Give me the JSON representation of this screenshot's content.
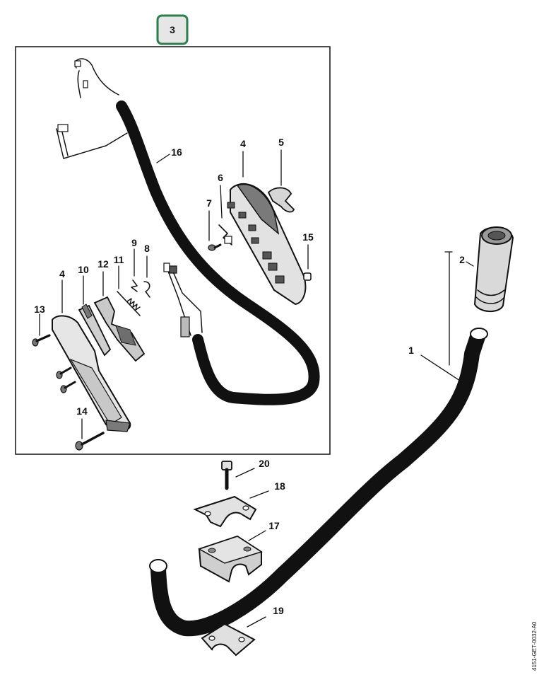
{
  "callout_tag": {
    "label": "3",
    "border_color": "#2e7d4f",
    "fill_color": "#e6e6e6"
  },
  "parts": [
    {
      "label": "1"
    },
    {
      "label": "2"
    },
    {
      "label": "4"
    },
    {
      "label": "4"
    },
    {
      "label": "5"
    },
    {
      "label": "6"
    },
    {
      "label": "7"
    },
    {
      "label": "8"
    },
    {
      "label": "9"
    },
    {
      "label": "10"
    },
    {
      "label": "11"
    },
    {
      "label": "12"
    },
    {
      "label": "13"
    },
    {
      "label": "14"
    },
    {
      "label": "15"
    },
    {
      "label": "16"
    },
    {
      "label": "17"
    },
    {
      "label": "18"
    },
    {
      "label": "19"
    },
    {
      "label": "20"
    }
  ],
  "diagram_id": "4151-GET-0032-A0"
}
